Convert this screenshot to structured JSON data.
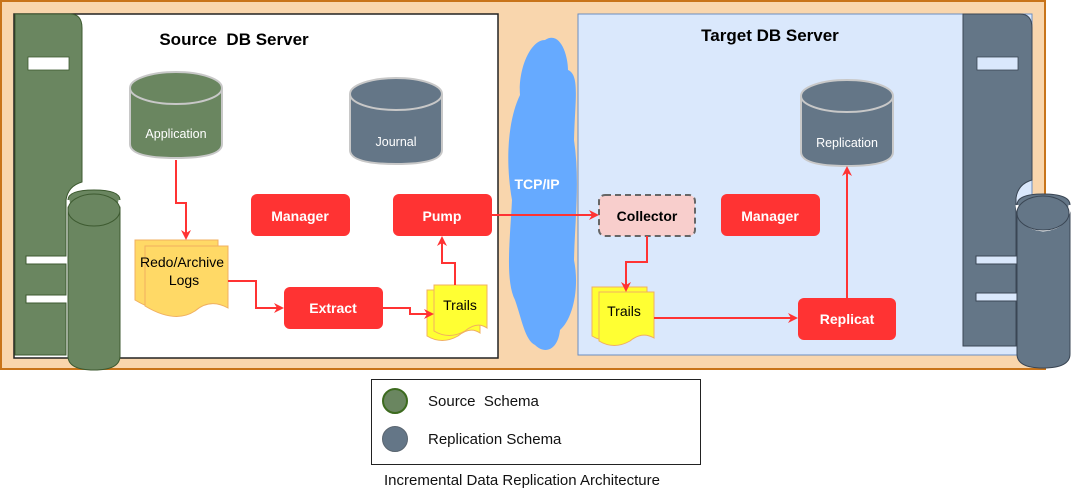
{
  "diagram": {
    "title": "Incremental Data Replication Architecture",
    "colors": {
      "outer_bg": "#f9d6ad",
      "outer_border": "#c8741a",
      "source_panel_bg": "#ffffff",
      "target_panel_bg": "#dae8fc",
      "source_schema": "#6a8660",
      "replication_schema": "#647687",
      "process": "#ff3333",
      "collector": "#f8cecc",
      "cloud": "#66aaff",
      "logs": "#ffd966",
      "trails": "#ffff33",
      "arrow": "#ff3333"
    },
    "source_server": {
      "title": "Source  DB Server",
      "databases": [
        {
          "label": "Application",
          "schema": "source"
        },
        {
          "label": "Journal",
          "schema": "replication"
        }
      ],
      "documents": [
        {
          "label_lines": [
            "Redo/Archive",
            "Logs"
          ],
          "kind": "logs"
        },
        {
          "label_lines": [
            "Trails"
          ],
          "kind": "trails"
        }
      ],
      "processes": [
        {
          "label": "Manager"
        },
        {
          "label": "Pump"
        },
        {
          "label": "Extract"
        }
      ]
    },
    "network": {
      "label": "TCP/IP"
    },
    "target_server": {
      "title": "Target DB Server",
      "databases": [
        {
          "label": "Replication",
          "schema": "replication"
        }
      ],
      "documents": [
        {
          "label_lines": [
            "Trails"
          ],
          "kind": "trails"
        }
      ],
      "processes": [
        {
          "label": "Collector",
          "style": "dashed"
        },
        {
          "label": "Manager"
        },
        {
          "label": "Replicat"
        }
      ]
    },
    "flows": [
      {
        "from": "Application",
        "to": "Redo/Archive Logs"
      },
      {
        "from": "Redo/Archive Logs",
        "to": "Extract"
      },
      {
        "from": "Extract",
        "to": "Trails (source)"
      },
      {
        "from": "Trails (source)",
        "to": "Pump"
      },
      {
        "from": "Pump",
        "to": "Collector",
        "via": "TCP/IP"
      },
      {
        "from": "Collector",
        "to": "Trails (target)"
      },
      {
        "from": "Trails (target)",
        "to": "Replicat"
      },
      {
        "from": "Replicat",
        "to": "Replication"
      }
    ]
  },
  "legend": {
    "items": [
      {
        "label": "Source  Schema",
        "color": "#6a8660",
        "border": "#3d6b1f"
      },
      {
        "label": "Replication Schema",
        "color": "#647687",
        "border": "#5a6570"
      }
    ]
  }
}
